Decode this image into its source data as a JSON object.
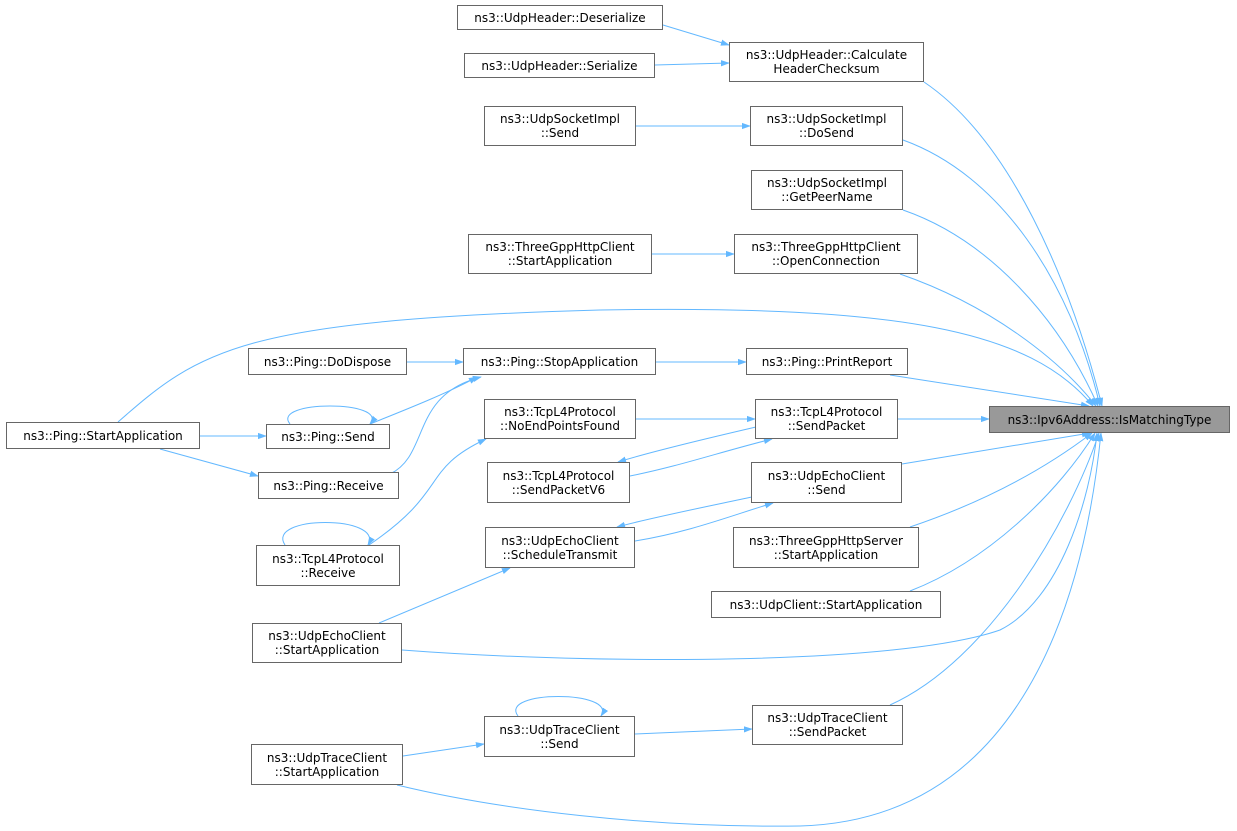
{
  "colors": {
    "edge": "#63b8ff",
    "node_border": "#666666",
    "target_fill": "#999999"
  },
  "nodes": {
    "target": {
      "lines": [
        "ns3::Ipv6Address::IsMatchingType"
      ]
    },
    "udph_deser": {
      "lines": [
        "ns3::UdpHeader::Deserialize"
      ]
    },
    "udph_ser": {
      "lines": [
        "ns3::UdpHeader::Serialize"
      ]
    },
    "udph_calc": {
      "lines": [
        "ns3::UdpHeader::Calculate",
        "HeaderChecksum"
      ]
    },
    "udps_send": {
      "lines": [
        "ns3::UdpSocketImpl",
        "::Send"
      ]
    },
    "udps_dosend": {
      "lines": [
        "ns3::UdpSocketImpl",
        "::DoSend"
      ]
    },
    "udps_getpeer": {
      "lines": [
        "ns3::UdpSocketImpl",
        "::GetPeerName"
      ]
    },
    "http_start": {
      "lines": [
        "ns3::ThreeGppHttpClient",
        "::StartApplication"
      ]
    },
    "http_open": {
      "lines": [
        "ns3::ThreeGppHttpClient",
        "::OpenConnection"
      ]
    },
    "ping_dispose": {
      "lines": [
        "ns3::Ping::DoDispose"
      ]
    },
    "ping_stop": {
      "lines": [
        "ns3::Ping::StopApplication"
      ]
    },
    "ping_report": {
      "lines": [
        "ns3::Ping::PrintReport"
      ]
    },
    "ping_start": {
      "lines": [
        "ns3::Ping::StartApplication"
      ]
    },
    "ping_send": {
      "lines": [
        "ns3::Ping::Send"
      ]
    },
    "ping_receive": {
      "lines": [
        "ns3::Ping::Receive"
      ]
    },
    "tcp_noend": {
      "lines": [
        "ns3::TcpL4Protocol",
        "::NoEndPointsFound"
      ]
    },
    "tcp_sendpkt": {
      "lines": [
        "ns3::TcpL4Protocol",
        "::SendPacket"
      ]
    },
    "tcp_sendv6": {
      "lines": [
        "ns3::TcpL4Protocol",
        "::SendPacketV6"
      ]
    },
    "tcp_receive": {
      "lines": [
        "ns3::TcpL4Protocol",
        "::Receive"
      ]
    },
    "echo_send": {
      "lines": [
        "ns3::UdpEchoClient",
        "::Send"
      ]
    },
    "echo_sched": {
      "lines": [
        "ns3::UdpEchoClient",
        "::ScheduleTransmit"
      ]
    },
    "echo_start": {
      "lines": [
        "ns3::UdpEchoClient",
        "::StartApplication"
      ]
    },
    "httpserver_start": {
      "lines": [
        "ns3::ThreeGppHttpServer",
        "::StartApplication"
      ]
    },
    "udpclient_start": {
      "lines": [
        "ns3::UdpClient::StartApplication"
      ]
    },
    "trace_send": {
      "lines": [
        "ns3::UdpTraceClient",
        "::Send"
      ]
    },
    "trace_sendpkt": {
      "lines": [
        "ns3::UdpTraceClient",
        "::SendPacket"
      ]
    },
    "trace_start": {
      "lines": [
        "ns3::UdpTraceClient",
        "::StartApplication"
      ]
    }
  }
}
